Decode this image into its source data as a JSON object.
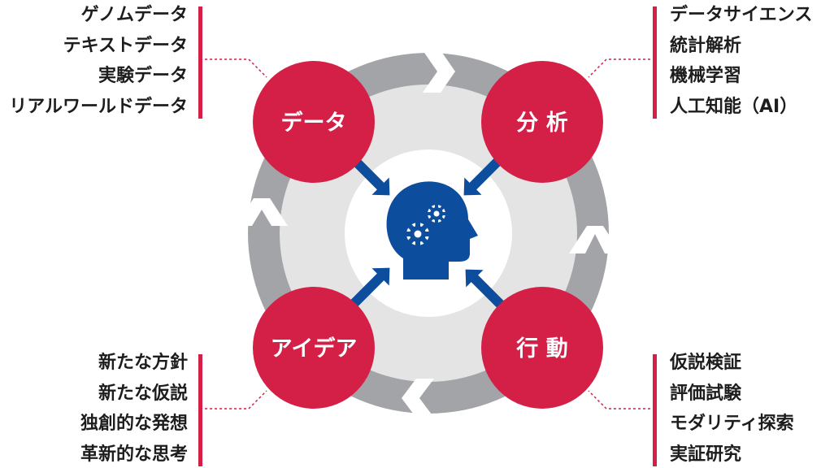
{
  "nodes": {
    "data": {
      "label": "データ"
    },
    "analysis": {
      "label": "分 析"
    },
    "idea": {
      "label": "アイデア"
    },
    "action": {
      "label": "行 動"
    }
  },
  "lists": {
    "data_sources": [
      "ゲノムデータ",
      "テキストデータ",
      "実験データ",
      "リアルワールドデータ"
    ],
    "analysis_methods": [
      "データサイエンス",
      "統計解析",
      "機械学習",
      "人工知能（AI）"
    ],
    "ideas": [
      "新たな方針",
      "新たな仮説",
      "独創的な発想",
      "革新的な思考"
    ],
    "actions": [
      "仮説検証",
      "評価試験",
      "モダリティ探索",
      "実証研究"
    ]
  },
  "colors": {
    "node_red": "#d41f47",
    "arrow_blue": "#0d4d9e",
    "ring_gray": "#a3a4a7",
    "inner_gray": "#e4e4e5",
    "center_white": "#ffffff",
    "text_dark": "#1d1d1d"
  },
  "icons": {
    "center": "head-with-gears-icon",
    "ring": "cycle-arrows-ring"
  }
}
